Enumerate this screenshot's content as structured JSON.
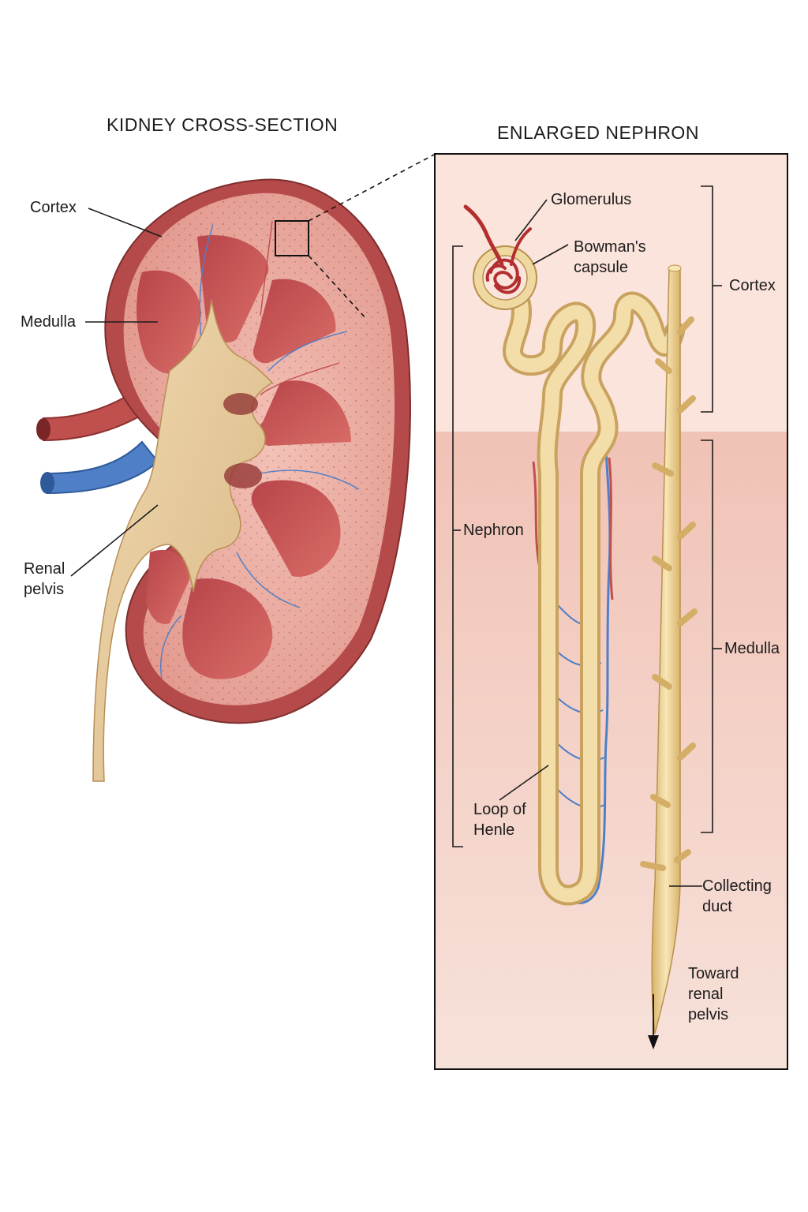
{
  "kidney": {
    "title": "KIDNEY CROSS-SECTION",
    "labels": {
      "cortex": "Cortex",
      "medulla": "Medulla",
      "renal_pelvis": "Renal\npelvis"
    }
  },
  "nephron": {
    "title": "ENLARGED NEPHRON",
    "labels": {
      "glomerulus": "Glomerulus",
      "bowmans_capsule": "Bowman's\ncapsule",
      "nephron": "Nephron",
      "loop_of_henle": "Loop of\nHenle",
      "cortex": "Cortex",
      "medulla": "Medulla",
      "collecting_duct": "Collecting\nduct",
      "toward_renal_pelvis": "Toward\nrenal\npelvis"
    }
  },
  "colors": {
    "capsule_red": "#b54a4a",
    "cortex_pink": "#e8a49a",
    "medulla_red": "#c0504d",
    "pelvis_tan": "#e6caa0",
    "vein_blue": "#4f7fc7",
    "tubule_yellow": "#f0d9a0",
    "zone_cortex": "#fbe4dc",
    "zone_medulla": "#f3c9bf"
  }
}
